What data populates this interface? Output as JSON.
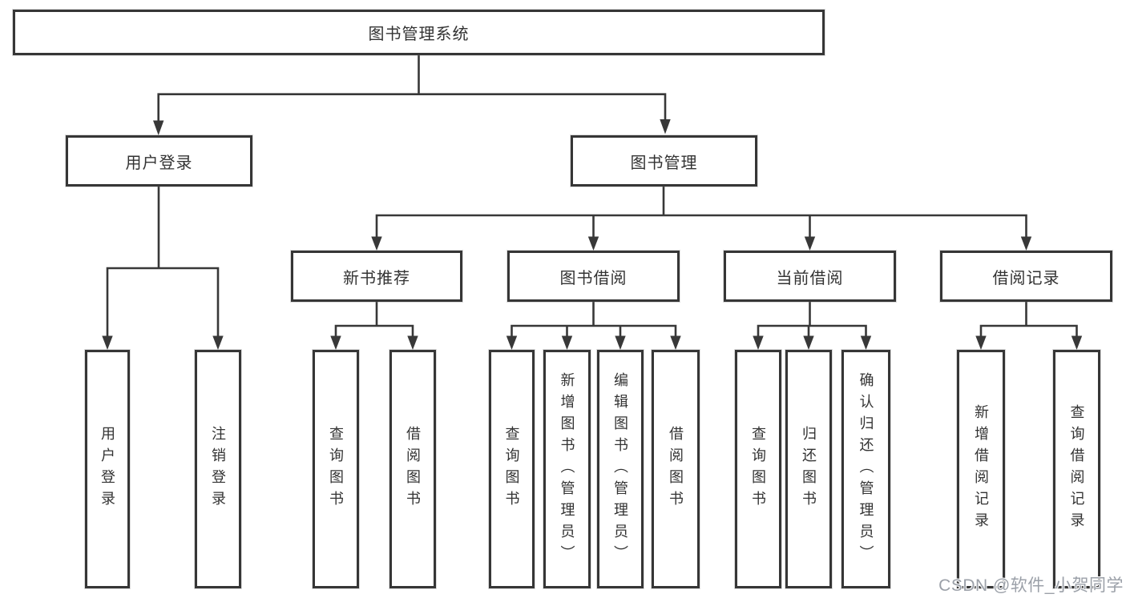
{
  "diagram": {
    "type": "tree",
    "title": "图书管理系统",
    "tree": {
      "label": "图书管理系统",
      "children": [
        {
          "label": "用户登录",
          "children": [
            {
              "label": "用户登录"
            },
            {
              "label": "注销登录"
            }
          ]
        },
        {
          "label": "图书管理",
          "children": [
            {
              "label": "新书推荐",
              "children": [
                {
                  "label": "查询图书"
                },
                {
                  "label": "借阅图书"
                }
              ]
            },
            {
              "label": "图书借阅",
              "children": [
                {
                  "label": "查询图书"
                },
                {
                  "label": "新增图书（管理员）"
                },
                {
                  "label": "编辑图书（管理员）"
                },
                {
                  "label": "借阅图书"
                }
              ]
            },
            {
              "label": "当前借阅",
              "children": [
                {
                  "label": "查询图书"
                },
                {
                  "label": "归还图书"
                },
                {
                  "label": "确认归还（管理员）"
                }
              ]
            },
            {
              "label": "借阅记录",
              "children": [
                {
                  "label": "新增借阅记录"
                },
                {
                  "label": "查询借阅记录"
                }
              ]
            }
          ]
        }
      ]
    },
    "colors": {
      "background": "#ffffff",
      "box_border": "#363636",
      "box_fill": "#ffffff",
      "text": "#333333",
      "connector": "#383838",
      "watermark": "#9ba0a8"
    },
    "watermark": {
      "text": "CSDN @软件_小贺同学"
    }
  }
}
